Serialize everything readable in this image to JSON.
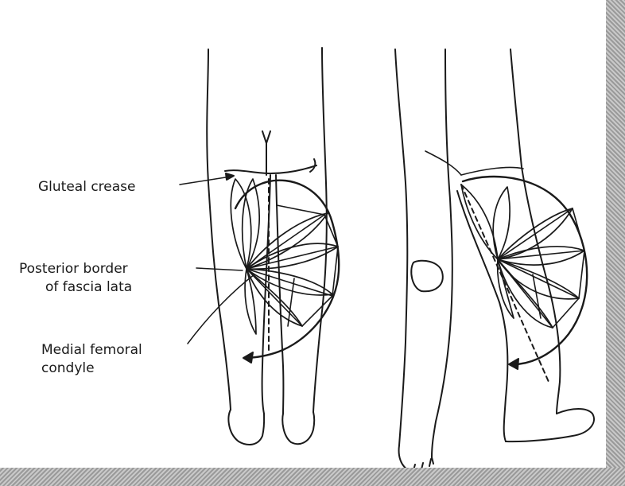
{
  "labels": {
    "gluteal": "Gluteal crease",
    "posterior_line1": "Posterior border",
    "posterior_line2": "of fascia lata",
    "medial_line1": "Medial femoral",
    "medial_line2": "condyle"
  },
  "colors": {
    "ink": "#1a1a1a",
    "background": "#ffffff",
    "frame": "#9a9a9a"
  }
}
